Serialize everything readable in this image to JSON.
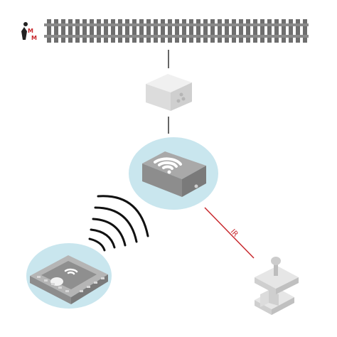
{
  "diagram": {
    "ir_label": "IR",
    "logo": {
      "text_top": "M",
      "text_bottom": "M"
    },
    "colors": {
      "rail": "#8a8a8a",
      "sleeper": "#6e6e6e",
      "connector": "#333333",
      "ir_line": "#c8282d",
      "highlight": "#c9e6ee",
      "device_top": "#a9a9a9",
      "device_side": "#8d8d8d",
      "device_front": "#7a7a7a",
      "box_light": "#e4e4e4"
    },
    "nodes": [
      {
        "id": "track",
        "icon": "railway-track-icon"
      },
      {
        "id": "interface",
        "icon": "interface-box-icon"
      },
      {
        "id": "wifi-base",
        "icon": "wifi-base-station-icon"
      },
      {
        "id": "handheld",
        "icon": "handheld-throttle-icon"
      },
      {
        "id": "joystick",
        "icon": "joystick-controller-icon"
      }
    ]
  }
}
